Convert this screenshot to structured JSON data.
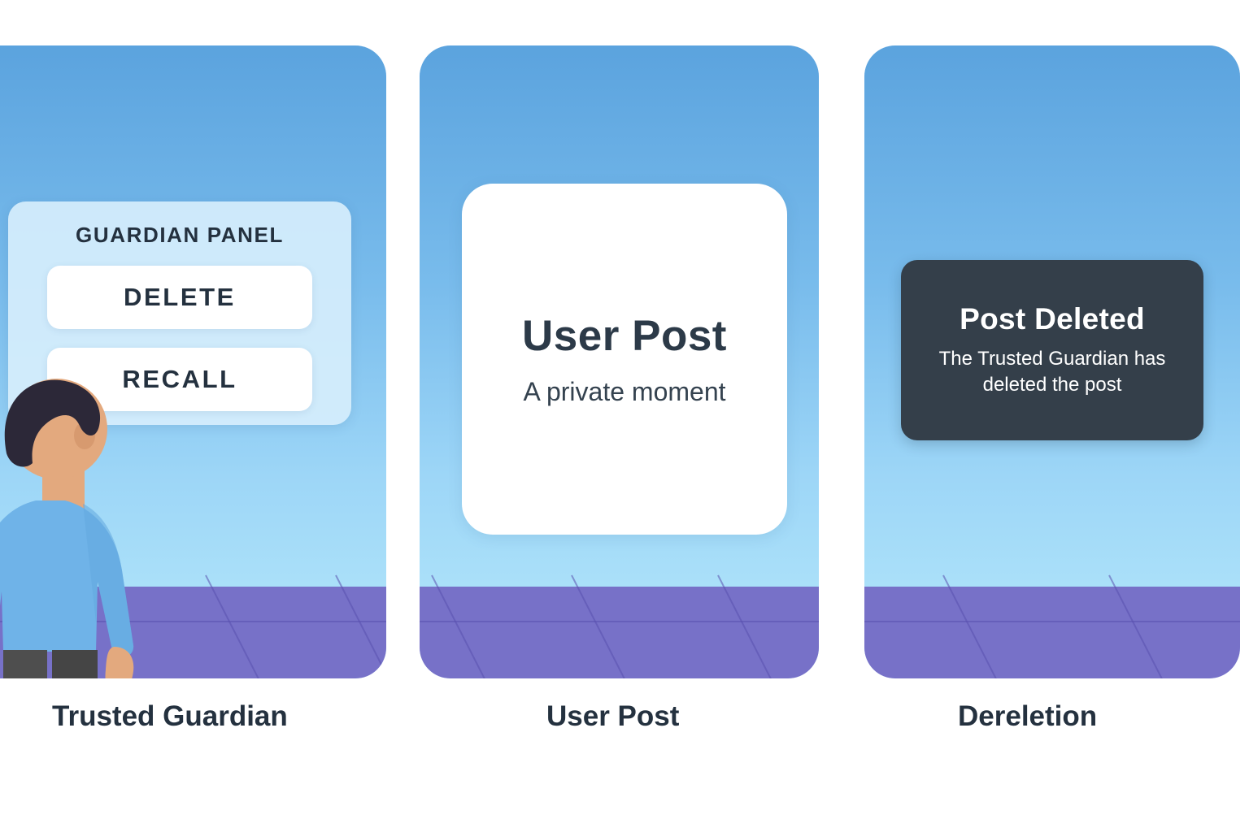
{
  "theme": {
    "sky_top": "#5BA3DE",
    "sky_bottom": "#B5E8FB",
    "floor": "#7771C8",
    "ink": "#24313f",
    "card_dark": "#343F4A",
    "card_light": "#d6eefc",
    "card_white": "#ffffff",
    "shirt": "#6FB3E8",
    "skin": "#E3A97E",
    "hair": "#2C2838",
    "pants": "#4E4E4E"
  },
  "panels": [
    {
      "id": "trusted-guardian",
      "caption": "Trusted Guardian",
      "guardian_panel": {
        "title": "GUARDIAN PANEL",
        "buttons": [
          {
            "label": "DELETE"
          },
          {
            "label": "RECALL"
          }
        ]
      }
    },
    {
      "id": "user-post",
      "caption": "User Post",
      "post_card": {
        "title": "User Post",
        "subtitle": "A private moment"
      }
    },
    {
      "id": "dereletion",
      "caption": "Dereletion",
      "deleted_card": {
        "title": "Post Deleted",
        "body": "The Trusted Guardian has deleted the post"
      }
    }
  ]
}
